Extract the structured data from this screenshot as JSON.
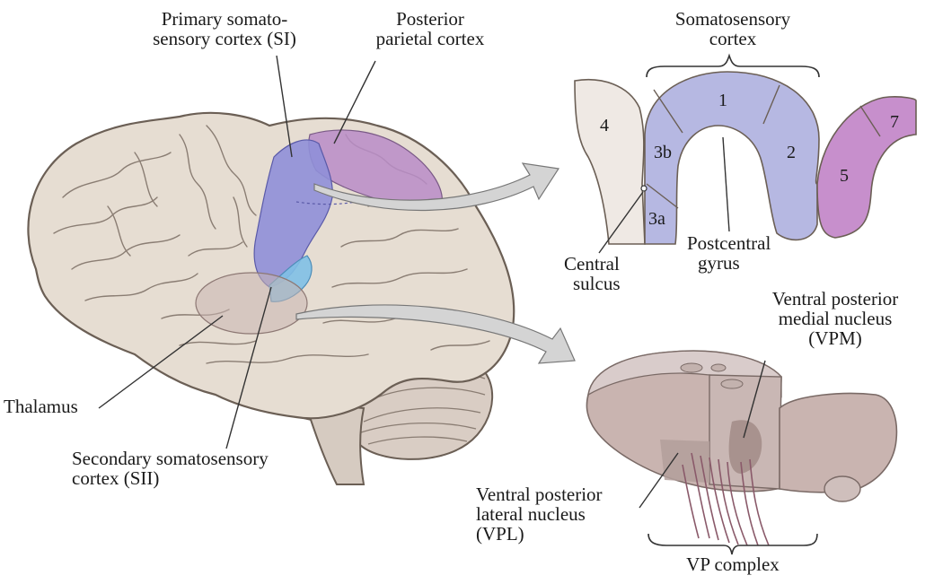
{
  "labels": {
    "primary_somatosensory_line1": "Primary somato-",
    "primary_somatosensory_line2": "sensory cortex (SI)",
    "posterior_parietal_line1": "Posterior",
    "posterior_parietal_line2": "parietal cortex",
    "somatosensory_cortex_line1": "Somatosensory",
    "somatosensory_cortex_line2": "cortex",
    "central_sulcus_line1": "Central",
    "central_sulcus_line2": "sulcus",
    "postcentral_gyrus_line1": "Postcentral",
    "postcentral_gyrus_line2": "gyrus",
    "thalamus": "Thalamus",
    "secondary_somatosensory_line1": "Secondary somatosensory",
    "secondary_somatosensory_line2": "cortex (SII)",
    "vpm_line1": "Ventral posterior",
    "vpm_line2": "medial nucleus",
    "vpm_line3": "(VPM)",
    "vpl_line1": "Ventral posterior",
    "vpl_line2": "lateral nucleus",
    "vpl_line3": "(VPL)",
    "vp_complex": "VP complex"
  },
  "areas": {
    "area_4": "4",
    "area_3a": "3a",
    "area_3b": "3b",
    "area_1": "1",
    "area_2": "2",
    "area_5": "5",
    "area_7": "7"
  },
  "colors": {
    "brain": "#e6ddd2",
    "brain_outline": "#6b5f55",
    "si_region": "#8f8fd8",
    "sii_region": "#7fc0e6",
    "posterior_parietal": "#b98cc8",
    "area_4_fill": "#efe9e4",
    "area_3_1_2_fill": "#b6b8e2",
    "area_5_7_fill": "#c78fcc",
    "thalamus_fill": "#c9b4b0",
    "arrow_fill": "#d4d4d4"
  }
}
